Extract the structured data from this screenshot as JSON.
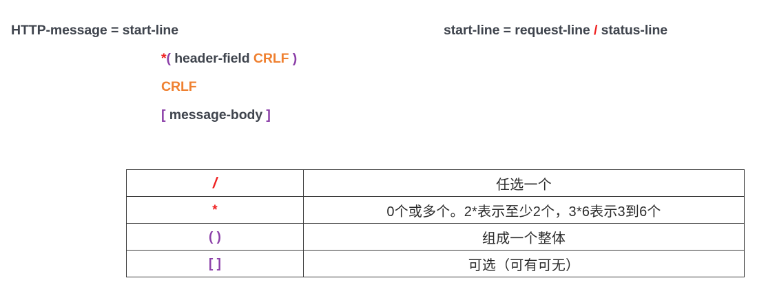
{
  "colors": {
    "text_dark": "#3f444d",
    "red": "#ef2222",
    "purple": "#8b3fa8",
    "orange": "#ef8030",
    "table_border": "#3a3a3a",
    "table_text": "#2b2b2b"
  },
  "grammar": {
    "left_rule": {
      "name": "HTTP-message",
      "equals": "=",
      "lines": [
        {
          "indent": false,
          "tokens": [
            {
              "text": "HTTP-message",
              "kind": "plain"
            },
            {
              "text": " = ",
              "kind": "eq"
            },
            {
              "text": "start-line",
              "kind": "plain"
            }
          ]
        },
        {
          "indent": true,
          "tokens": [
            {
              "text": "*",
              "kind": "star"
            },
            {
              "text": "(",
              "kind": "paren"
            },
            {
              "text": " header-field ",
              "kind": "plain"
            },
            {
              "text": "CRLF",
              "kind": "crlf"
            },
            {
              "text": " )",
              "kind": "paren"
            }
          ]
        },
        {
          "indent": true,
          "tokens": [
            {
              "text": "CRLF",
              "kind": "crlf"
            }
          ]
        },
        {
          "indent": true,
          "tokens": [
            {
              "text": "[",
              "kind": "bracket"
            },
            {
              "text": " message-body ",
              "kind": "plain"
            },
            {
              "text": "]",
              "kind": "bracket"
            }
          ]
        }
      ]
    },
    "right_rule": {
      "tokens": [
        {
          "text": "start-line",
          "kind": "plain"
        },
        {
          "text": " = ",
          "kind": "eq"
        },
        {
          "text": "request-line",
          "kind": "plain"
        },
        {
          "text": " / ",
          "kind": "slash"
        },
        {
          "text": "status-line",
          "kind": "plain"
        }
      ]
    }
  },
  "legend": {
    "rows": [
      {
        "symbol": "/",
        "symbol_color": "red",
        "description": "任选一个"
      },
      {
        "symbol": "*",
        "symbol_color": "red",
        "description": "0个或多个。2*表示至少2个，3*6表示3到6个"
      },
      {
        "symbol": "( )",
        "symbol_color": "purple",
        "description": "组成一个整体"
      },
      {
        "symbol": "[ ]",
        "symbol_color": "purple",
        "description": "可选（可有可无）"
      }
    ]
  },
  "watermark": {
    "text": ""
  }
}
